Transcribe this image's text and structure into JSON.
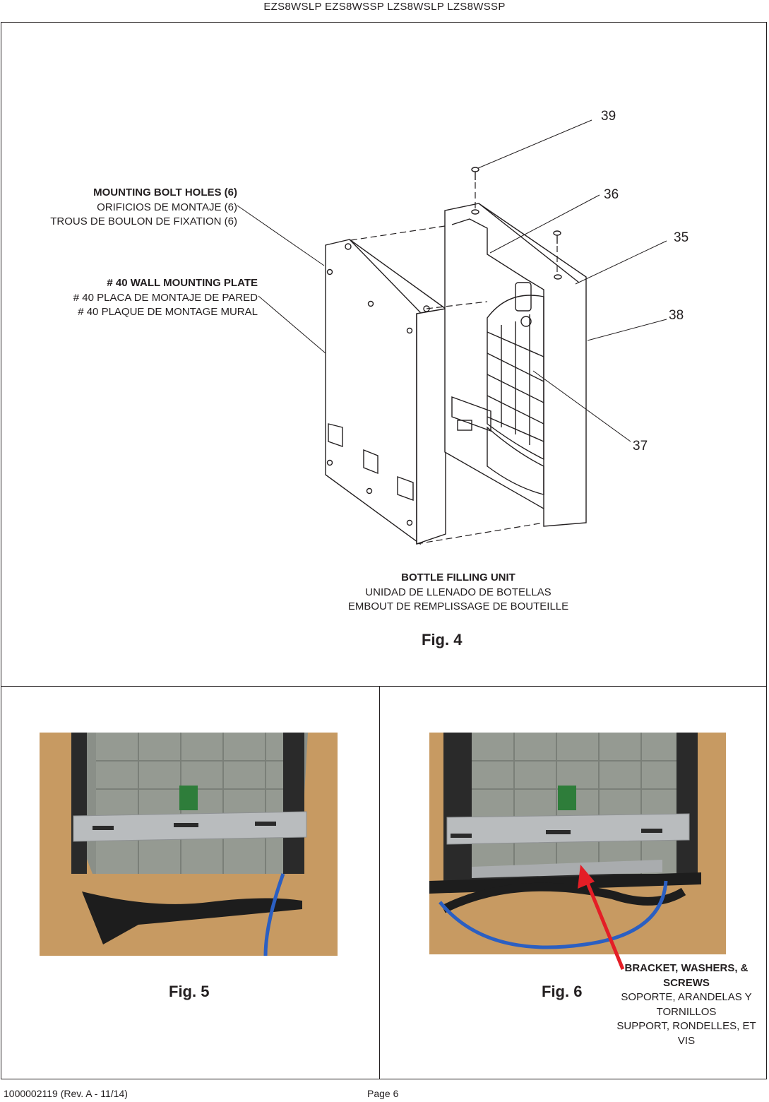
{
  "header": {
    "models": "EZS8WSLP  EZS8WSSP   LZS8WSLP  LZS8WSSP"
  },
  "fig4": {
    "mounting_holes": {
      "en": "MOUNTING BOLT HOLES (6)",
      "es": "ORIFICIOS DE MONTAJE (6)",
      "fr": "TROUS DE BOULON DE FIXATION (6)"
    },
    "wall_plate": {
      "en": "# 40  WALL MOUNTING PLATE",
      "es": "# 40 PLACA DE MONTAJE DE PARED",
      "fr": "# 40 PLAQUE DE MONTAGE MURAL"
    },
    "bottle_unit": {
      "en": "BOTTLE FILLING UNIT",
      "es": "UNIDAD DE LLENADO DE BOTELLAS",
      "fr": "EMBOUT DE REMPLISSAGE DE BOUTEILLE"
    },
    "callouts": [
      "39",
      "36",
      "35",
      "38",
      "37"
    ],
    "caption": "Fig. 4"
  },
  "fig5": {
    "caption": "Fig. 5"
  },
  "fig6": {
    "caption": "Fig. 6",
    "note": {
      "en": "BRACKET, WASHERS, & SCREWS",
      "es": "SOPORTE, ARANDELAS Y TORNILLOS",
      "fr": "SUPPORT, RONDELLES, ET VIS"
    },
    "arrow_color": "#e41e26"
  },
  "footer": {
    "doc_number": "1000002119  (Rev. A - 11/14)",
    "page": "Page 6"
  }
}
